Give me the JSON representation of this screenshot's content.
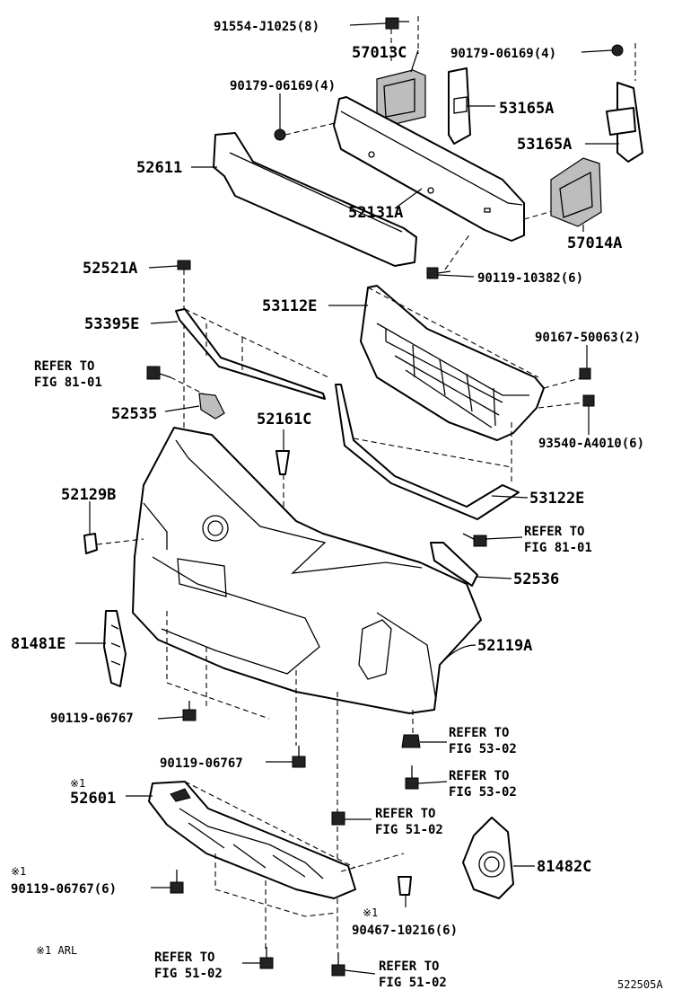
{
  "diagram_id": "522505A",
  "footnote": "※1 ARL",
  "labels": {
    "p91554": "91554-J1025(8)",
    "p57013c": "57013C",
    "p90179_r": "90179-06169(4)",
    "p90179_l": "90179-06169(4)",
    "p53165a_1": "53165A",
    "p53165a_2": "53165A",
    "p52611": "52611",
    "p52131a": "52131A",
    "p57014a": "57014A",
    "p90119_10382": "90119-10382(6)",
    "p52521a": "52521A",
    "p53112e": "53112E",
    "p53395e": "53395E",
    "p90167": "90167-50063(2)",
    "refer_8101_a_1": "REFER TO",
    "refer_8101_a_2": "FIG 81-01",
    "p52535": "52535",
    "p52161c": "52161C",
    "p93540": "93540-A4010(6)",
    "p52129b": "52129B",
    "p53122e": "53122E",
    "refer_8101_b_1": "REFER TO",
    "refer_8101_b_2": "FIG 81-01",
    "p52536": "52536",
    "p81481e": "81481E",
    "p52119a": "52119A",
    "p90119_06767_a": "90119-06767",
    "refer_5302_a_1": "REFER TO",
    "refer_5302_a_2": "FIG 53-02",
    "p90119_06767_b": "90119-06767",
    "refer_5302_b_1": "REFER TO",
    "refer_5302_b_2": "FIG 53-02",
    "mark1_a": "※1",
    "p52601": "52601",
    "refer_5102_a_1": "REFER TO",
    "refer_5102_a_2": "FIG 51-02",
    "mark1_b": "※1",
    "p90119_06767_c": "90119-06767(6)",
    "p81482c": "81482C",
    "mark1_c": "※1",
    "p90467": "90467-10216(6)",
    "refer_5102_b_1": "REFER TO",
    "refer_5102_b_2": "FIG 51-02",
    "refer_5102_c_1": "REFER TO",
    "refer_5102_c_2": "FIG 51-02"
  }
}
